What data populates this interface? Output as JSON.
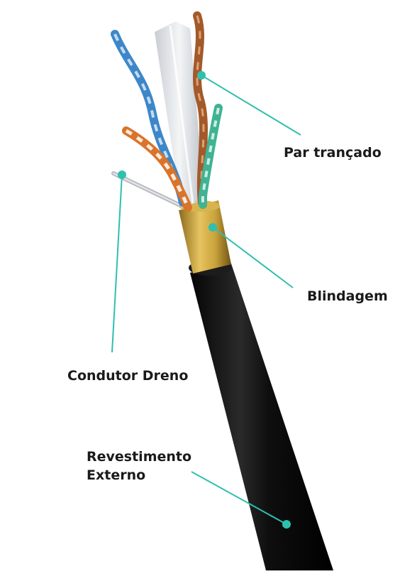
{
  "labels": {
    "twisted_pair": "Par trançado",
    "shield": "Blindagem",
    "drain_wire": "Condutor Dreno",
    "jacket_line1": "Revestimento",
    "jacket_line2": "Externo"
  },
  "colors": {
    "callout": "#2fbfae",
    "jacket": "#161616",
    "shield_foil": "#c9a23a",
    "pair_blue": "#3d87c9",
    "pair_orange": "#d9742a",
    "pair_brown": "#a3592a",
    "pair_green": "#3fb393",
    "separator": "#d9dde3",
    "drain": "#b8bcc2"
  }
}
